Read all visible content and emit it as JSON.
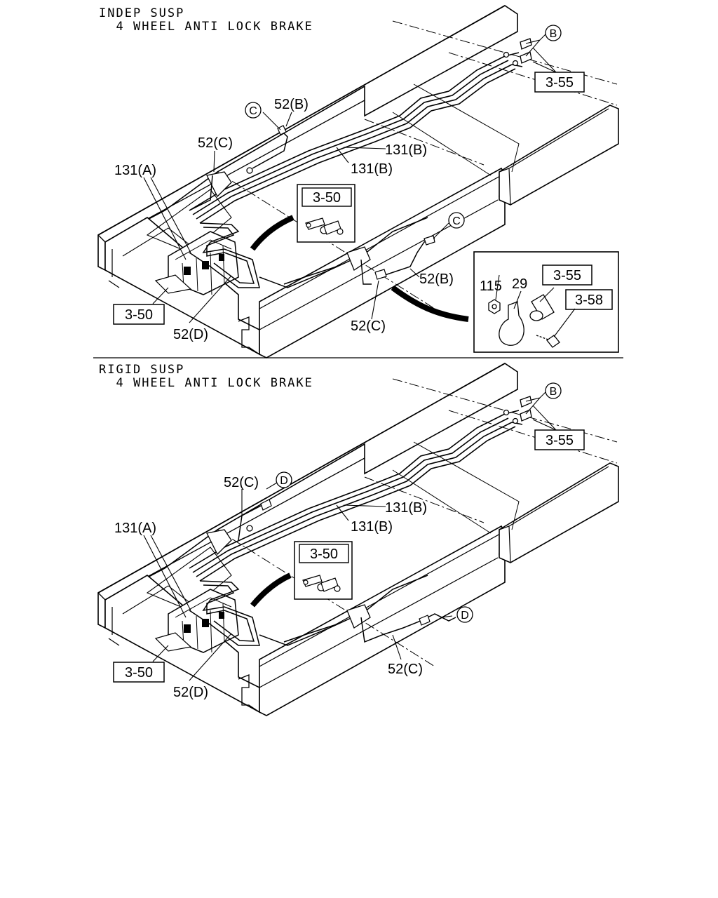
{
  "sections": [
    {
      "heading_line1": "INDEP SUSP",
      "heading_line2": "4 WHEEL ANTI LOCK BRAKE",
      "labels": {
        "l52b_top": "52(B)",
        "l52c_top": "52(C)",
        "l131a": "131(A)",
        "l131b_1": "131(B)",
        "l131b_2": "131(B)",
        "l52d": "52(D)",
        "l52c_bottom": "52(C)",
        "l52b_right": "52(B)",
        "l115": "115",
        "l29": "29"
      },
      "refs": {
        "r355_top": "3-55",
        "r350_left": "3-50",
        "r350_center": "3-50",
        "r355_detail": "3-55",
        "r358_detail": "3-58"
      },
      "circles": {
        "c_b": "B",
        "c_c1": "C",
        "c_c2": "C"
      }
    },
    {
      "heading_line1": "RIGID SUSP",
      "heading_line2": "4 WHEEL ANTI LOCK BRAKE",
      "labels": {
        "l52c_top": "52(C)",
        "l131a": "131(A)",
        "l131b_1": "131(B)",
        "l131b_2": "131(B)",
        "l52d": "52(D)",
        "l52c_bottom": "52(C)"
      },
      "refs": {
        "r355_top": "3-55",
        "r350_left": "3-50",
        "r350_center": "3-50"
      },
      "circles": {
        "c_b": "B",
        "c_d1": "D",
        "c_d2": "D"
      }
    }
  ]
}
